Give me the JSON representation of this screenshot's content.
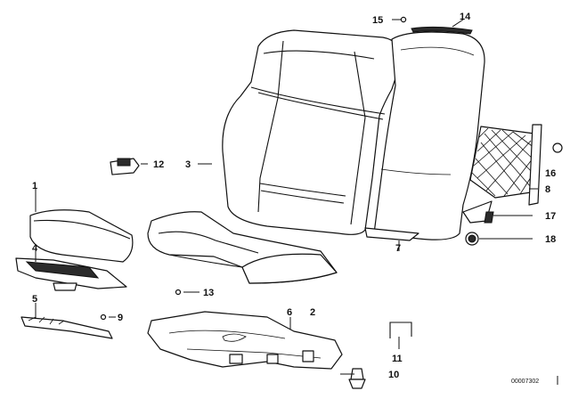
{
  "callouts": {
    "c1": "1",
    "c2": "2",
    "c3": "3",
    "c4": "4",
    "c5": "5",
    "c6": "6",
    "c7": "7",
    "c8": "8",
    "c9": "9",
    "c10": "10",
    "c11": "11",
    "c12": "12",
    "c13": "13",
    "c14": "14",
    "c15": "15",
    "c16": "16",
    "c17": "17",
    "c18": "18"
  },
  "document_id": "00007302"
}
